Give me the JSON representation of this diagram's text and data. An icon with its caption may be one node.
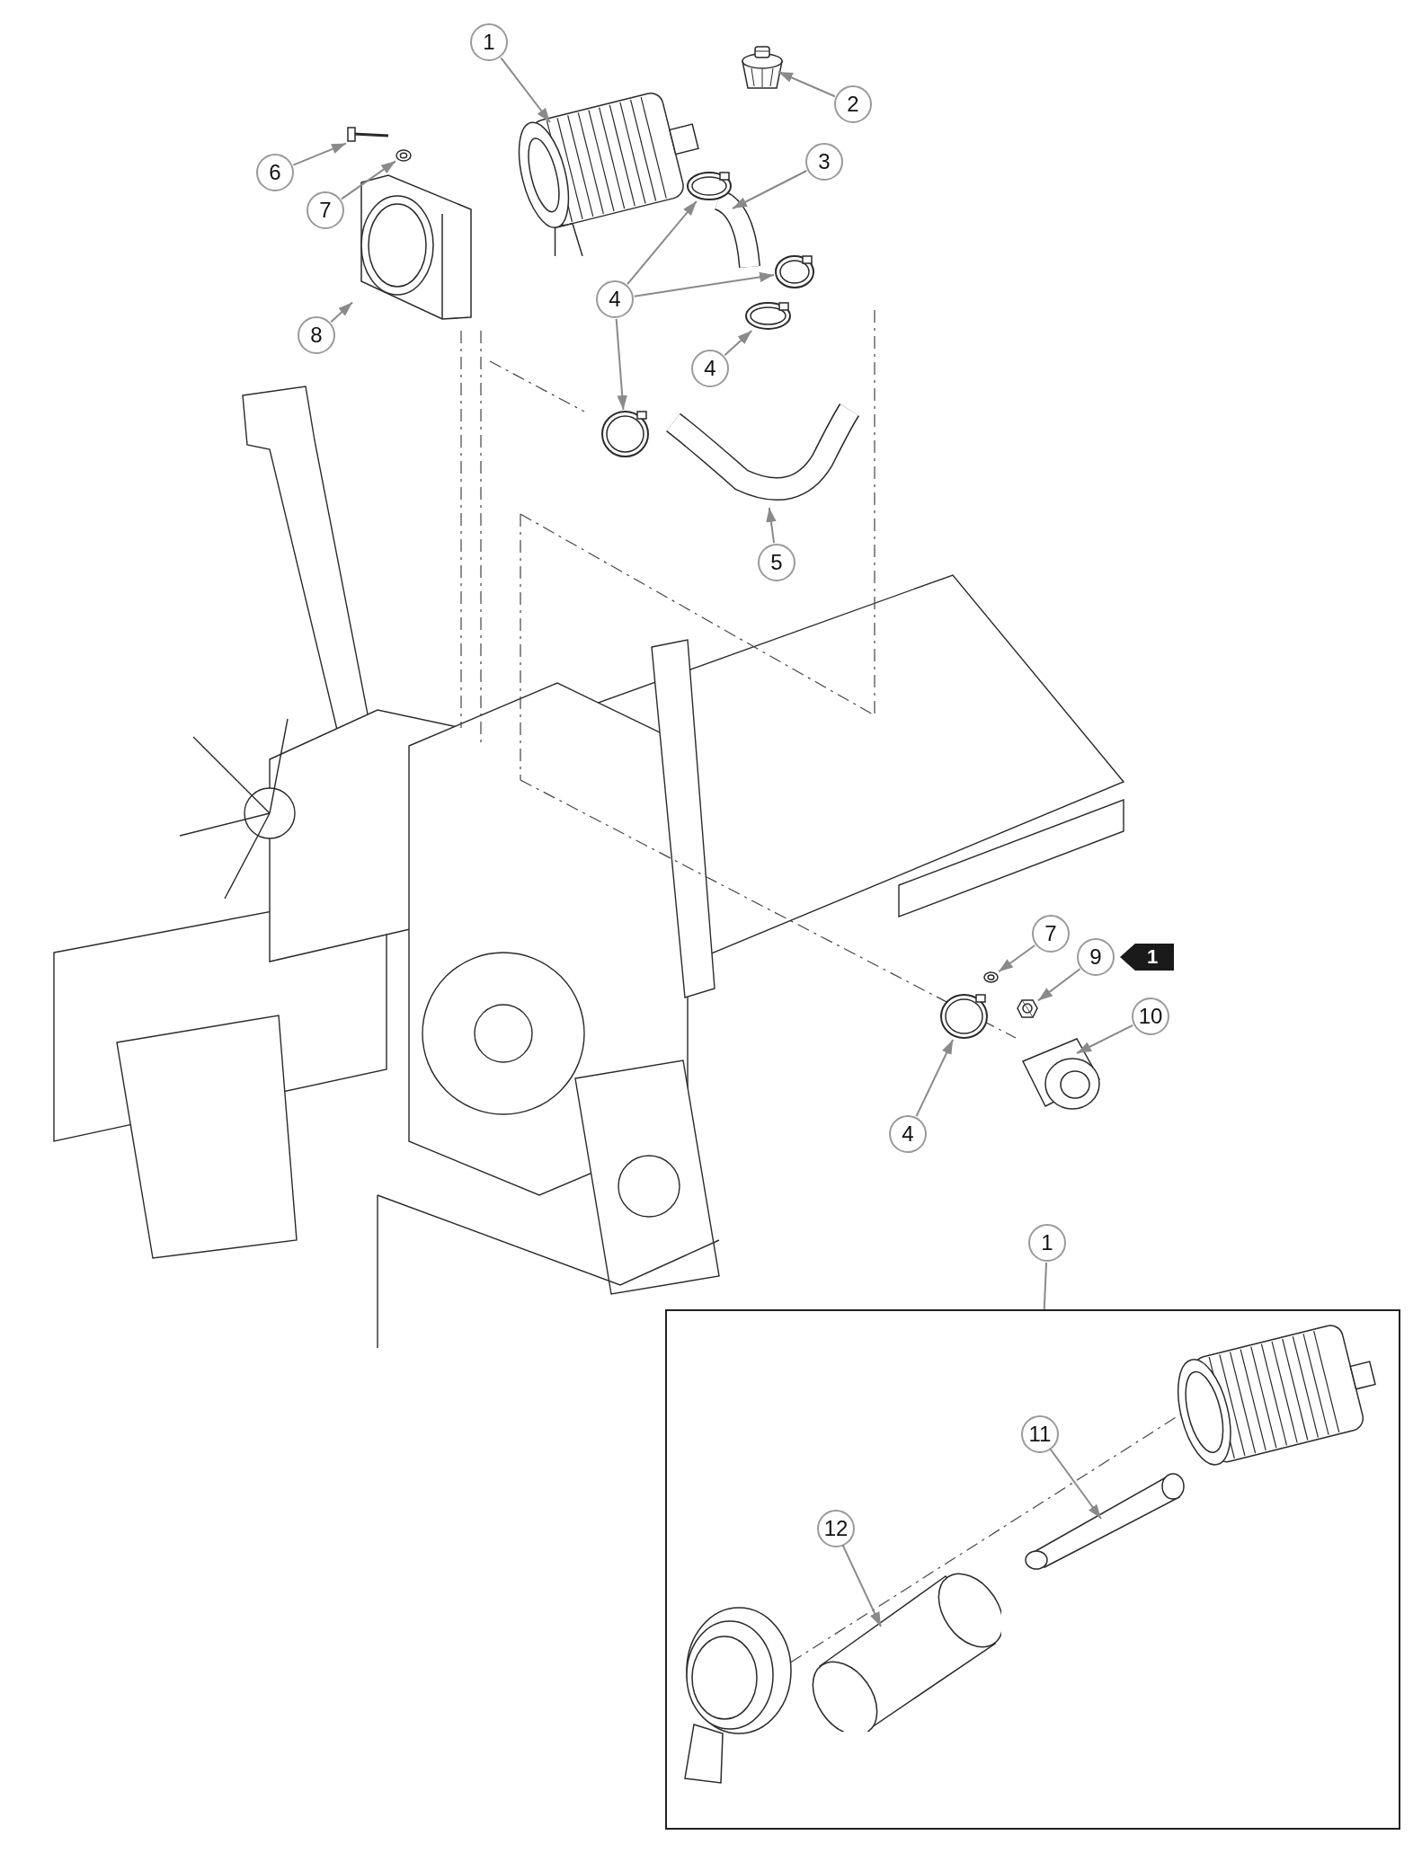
{
  "diagram": {
    "nodes": [
      {
        "text": [
          "1"
        ]
      },
      {
        "text": [],
        "shape": "picture"
      },
      {
        "text": [
          "2"
        ]
      },
      {
        "text": [],
        "shape": "picture"
      },
      {
        "text": [
          "6"
        ]
      },
      {
        "text": [],
        "shape": "picture"
      },
      {
        "text": [
          "3"
        ]
      },
      {
        "text": [],
        "shape": "picture"
      },
      {
        "text": [
          "7"
        ]
      },
      {
        "text": [],
        "shape": "picture"
      },
      {
        "text": [],
        "shape": "picture"
      },
      {
        "text": [],
        "shape": "picture"
      },
      {
        "text": [
          "8"
        ]
      },
      {
        "text": [],
        "shape": "picture"
      },
      {
        "text": [
          "4"
        ]
      },
      {
        "text": [],
        "shape": "picture"
      },
      {
        "text": [
          "4"
        ]
      },
      {
        "text": [],
        "shape": "picture"
      },
      {
        "text": [],
        "shape": "picture"
      },
      {
        "text": [
          "5"
        ]
      },
      {
        "text": [],
        "shape": "picture"
      },
      {
        "text": [
          "7"
        ]
      },
      {
        "text": [
          "9"
        ],
        "beside": [
          "1"
        ]
      },
      {
        "text": [],
        "shape": "picture"
      },
      {
        "text": [
          "10"
        ]
      },
      {
        "text": [],
        "shape": "picture"
      },
      {
        "text": [],
        "shape": "picture"
      },
      {
        "text": [
          "4"
        ]
      },
      {
        "text": [
          "1"
        ]
      },
      {
        "text": [],
        "shape": "box"
      },
      {
        "text": [
          "11"
        ],
        "in": 29
      },
      {
        "text": [],
        "shape": "picture",
        "in": 29
      },
      {
        "text": [
          "12"
        ],
        "in": 29
      },
      {
        "text": [],
        "shape": "picture",
        "in": 29
      }
    ],
    "edges": [
      {
        "from": 0,
        "to": 1,
        "arrow": "to"
      },
      {
        "from": 2,
        "to": 3,
        "arrow": "to"
      },
      {
        "from": 4,
        "to": 5,
        "arrow": "to"
      },
      {
        "from": 6,
        "to": 7,
        "arrow": "to"
      },
      {
        "from": 8,
        "to": 9,
        "arrow": "to"
      },
      {
        "from": 12,
        "to": 13,
        "arrow": "to"
      },
      {
        "from": 14,
        "to": 10,
        "arrow": "to"
      },
      {
        "from": 14,
        "to": 11,
        "arrow": "to"
      },
      {
        "from": 14,
        "to": 17,
        "arrow": "to"
      },
      {
        "from": 16,
        "to": 15,
        "arrow": "to"
      },
      {
        "from": 19,
        "to": 18,
        "arrow": "to"
      },
      {
        "from": 21,
        "to": 20,
        "arrow": "to"
      },
      {
        "from": 22,
        "to": 23,
        "arrow": "to"
      },
      {
        "from": 24,
        "to": 25,
        "arrow": "to"
      },
      {
        "from": 27,
        "to": 26,
        "arrow": "to"
      },
      {
        "from": 28,
        "to": 29,
        "arrow": "none"
      },
      {
        "from": 30,
        "to": 31,
        "arrow": "to"
      },
      {
        "from": 32,
        "to": 33,
        "arrow": "to"
      }
    ]
  }
}
